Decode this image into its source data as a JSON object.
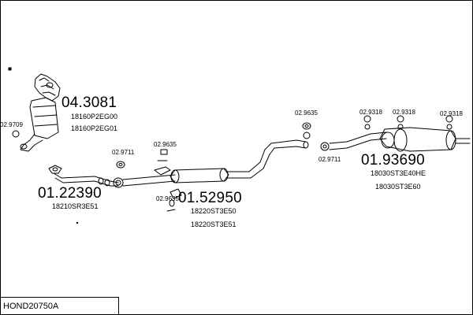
{
  "title": "HOND20750A",
  "parts": {
    "catalyst": {
      "number": "04.3081",
      "codes": [
        "18160P2EG00",
        "18160P2EG01"
      ]
    },
    "front_pipe": {
      "number": "01.22390",
      "codes": [
        "18210SR3E51"
      ]
    },
    "center_silencer": {
      "number": "01.52950",
      "codes": [
        "18220ST3E50",
        "18220ST3E51"
      ]
    },
    "rear_silencer": {
      "number": "01.93690",
      "codes": [
        "18030ST3E40HE",
        "18030ST3E60"
      ]
    }
  },
  "fittings": {
    "f_29709": "02.9709",
    "f_29711_a": "02.9711",
    "f_29635_a": "02.9635",
    "f_29635_b": "02.9635",
    "f_29635_c": "02.9635",
    "f_29318_a": "02.9318",
    "f_29318_b": "02.9318",
    "f_29318_c": "02.9318",
    "f_29711_b": "02.9711"
  }
}
